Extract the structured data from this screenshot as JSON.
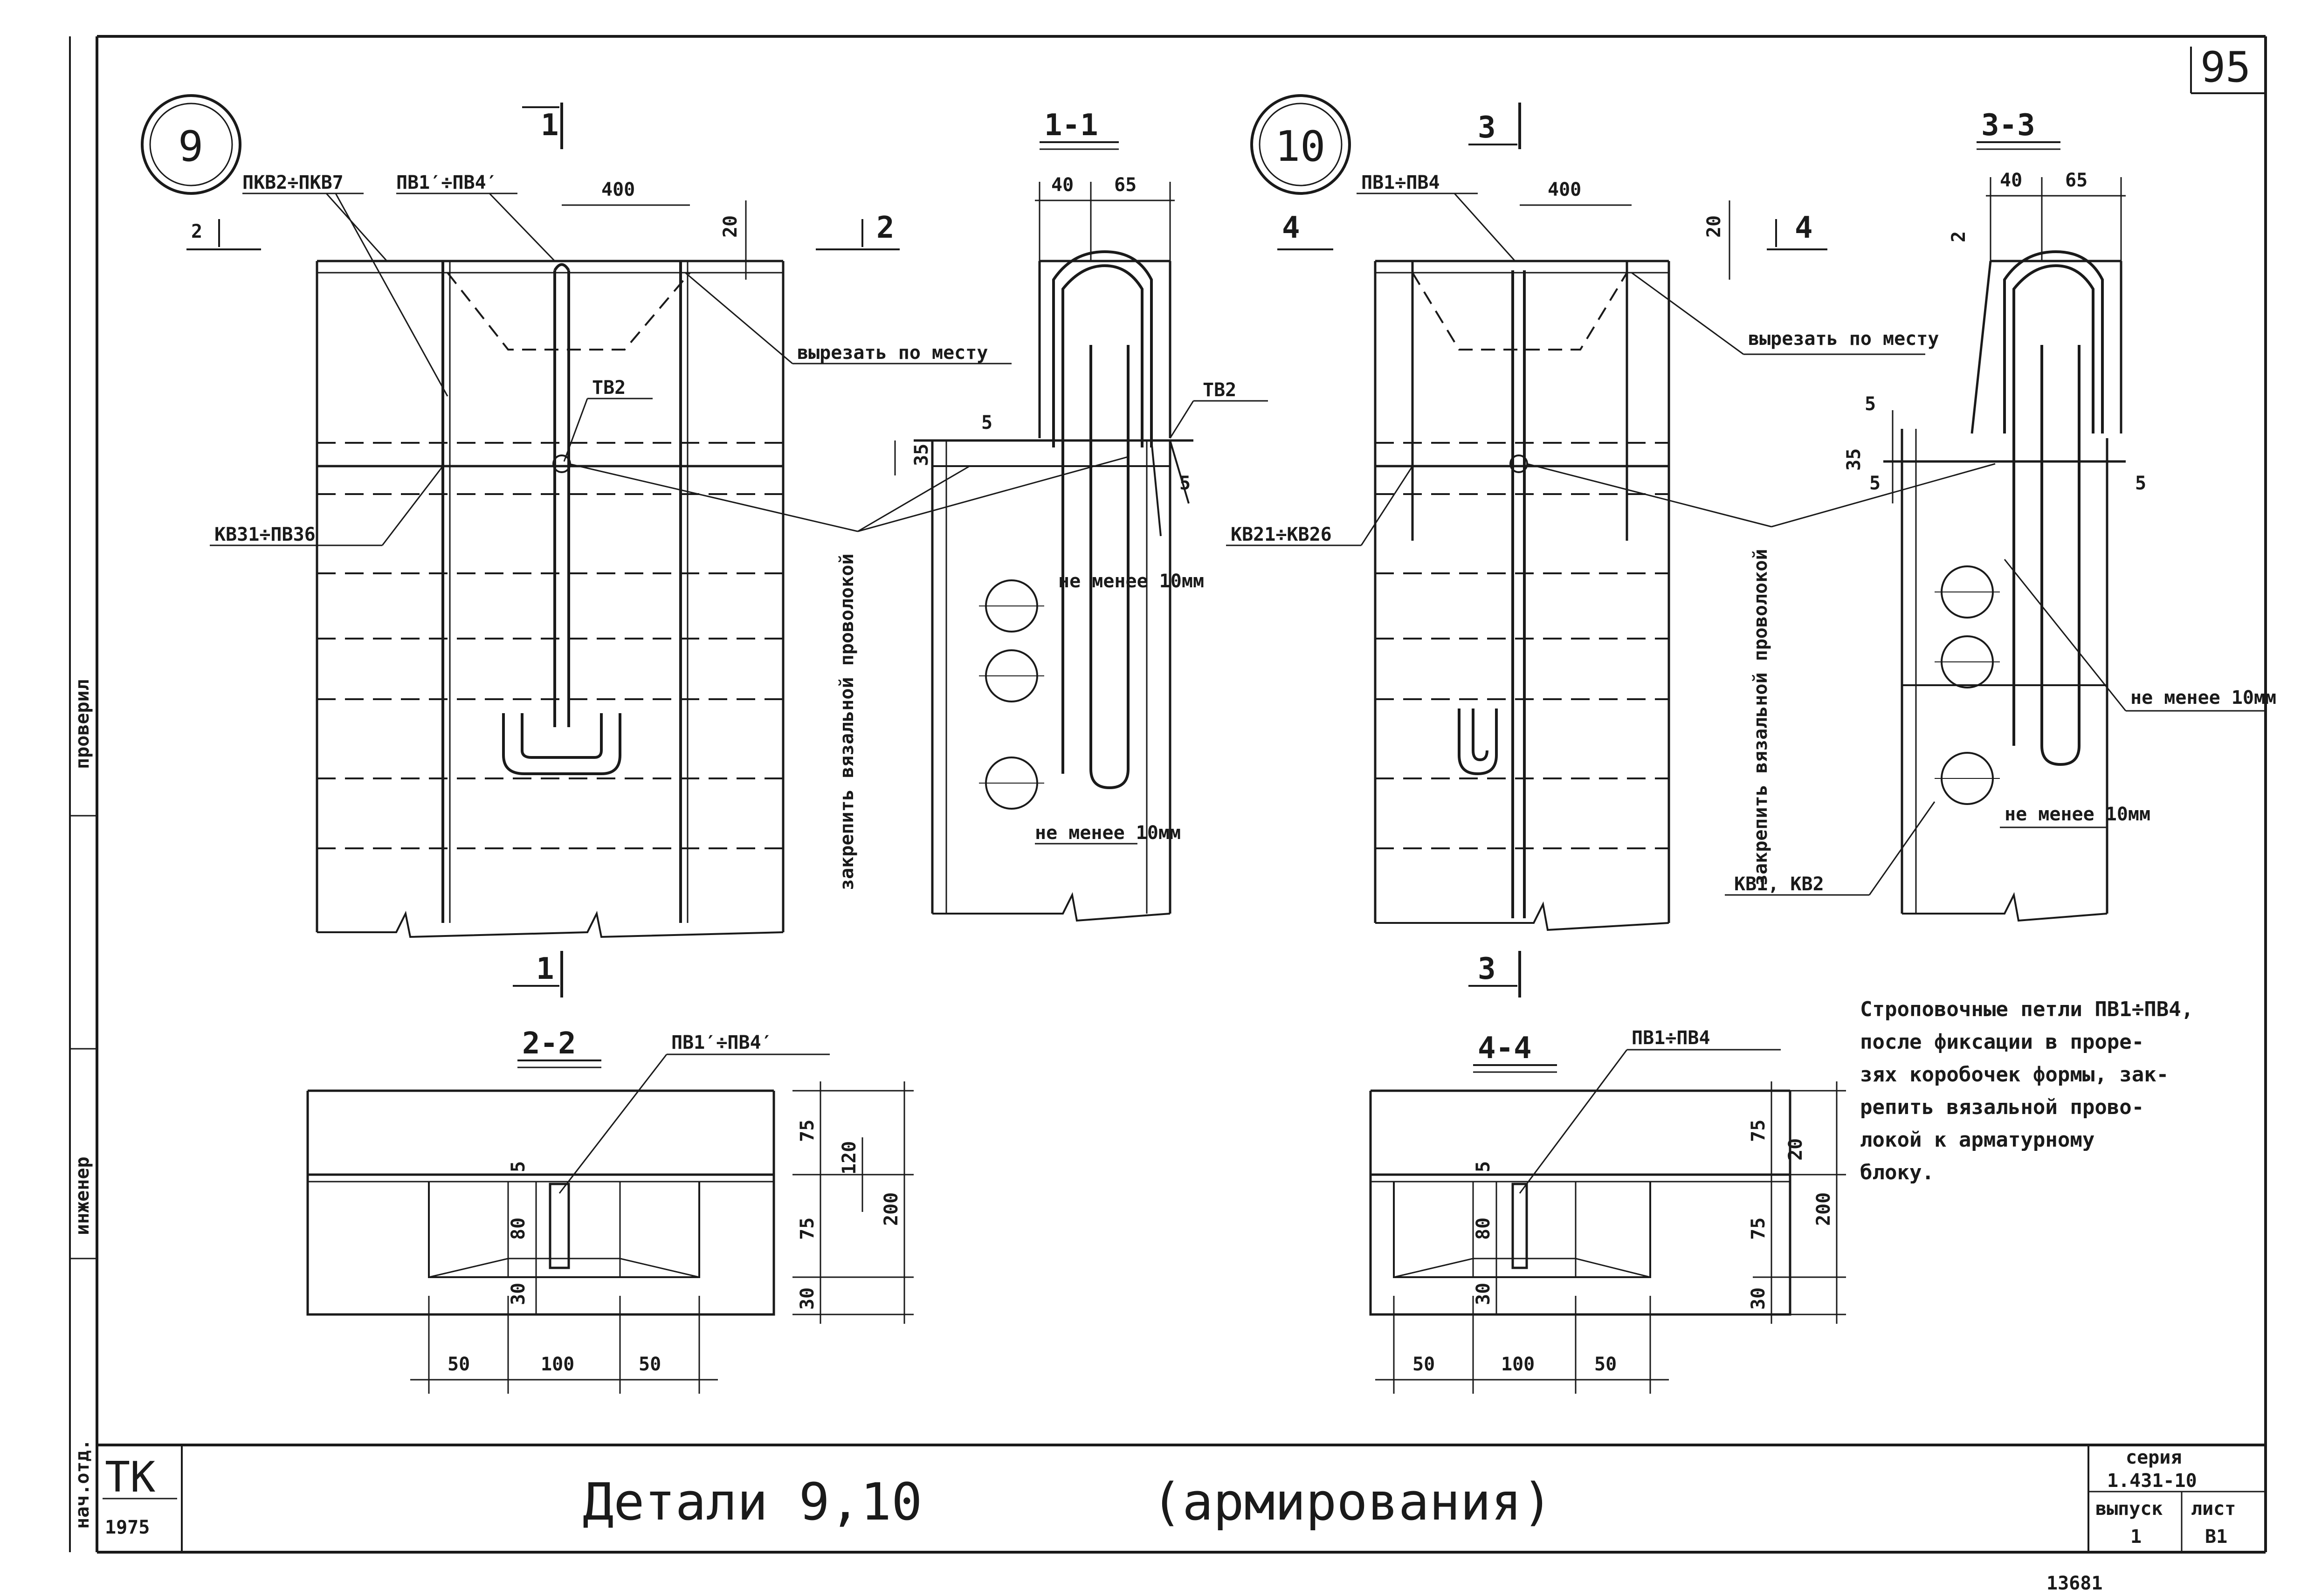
{
  "sheet_no": "95",
  "title": {
    "main": "Детали 9,10",
    "sub": "(армирования)"
  },
  "stamp": {
    "series_label": "серия",
    "series_value": "1.431-10",
    "issue_label": "выпуск",
    "issue_value": "1",
    "sheet_label": "лист",
    "sheet_value": "В1",
    "org": "ТК",
    "year": "1975",
    "footer_mark": "13681"
  },
  "side_text": {
    "roles": [
      "проверил",
      "инженер",
      "нач.отд."
    ]
  },
  "detail9": {
    "number": "9",
    "section_1_1": "1-1",
    "section_2_2": "2-2",
    "cut_top": "1",
    "cut_bottom": "1",
    "cut_left": "2",
    "cut_right": "2",
    "labels": {
      "pkv": "ПКВ2÷ПКВ7",
      "pv_prime": "ПВ1′÷ПВ4′",
      "cut_in_place": "вырезать по месту",
      "tv2": "ТВ2",
      "kv": "КВ31÷ПВ36",
      "tie_wire": "закрепить вязальной проволокой",
      "not_less": "не менее 10мм",
      "not_less_2": "не менее 10мм",
      "tv2_right": "ТВ2",
      "pv_2_2": "ПВ1′÷ПВ4′"
    },
    "dims_top": {
      "d400": "400",
      "d20": "20",
      "d40": "40",
      "d65": "65",
      "d35": "35",
      "d5a": "5",
      "d5b": "5"
    },
    "dims_bottom": {
      "d50a": "50",
      "d100": "100",
      "d50b": "50",
      "d75a": "75",
      "d120": "120",
      "d200": "200",
      "d75b": "75",
      "d30a": "30",
      "d30b": "30",
      "d80": "80",
      "d5": "5"
    }
  },
  "detail10": {
    "number": "10",
    "section_3_3": "3-3",
    "section_4_4": "4-4",
    "cut_top": "3",
    "cut_bottom": "3",
    "cut_left": "4",
    "cut_right": "4",
    "labels": {
      "pv": "ПВ1÷ПВ4",
      "cut_in_place": "вырезать по месту",
      "kv": "КВ21÷КВ26",
      "tie_wire": "закрепить вязальной проволокой",
      "not_less_a": "не менее 10мм",
      "not_less_b": "не менее 10мм",
      "kv_section": "КВ1, КВ2",
      "pv_4_4": "ПВ1÷ПВ4"
    },
    "dims_top": {
      "d400": "400",
      "d20": "20",
      "d40": "40",
      "d65": "65",
      "d2": "2",
      "d5a": "5",
      "d35": "35",
      "d5b": "5",
      "d5c": "5"
    },
    "dims_bottom": {
      "d50a": "50",
      "d100": "100",
      "d50b": "50",
      "d75a": "75",
      "d20": "20",
      "d200": "200",
      "d75b": "75",
      "d30a": "30",
      "d30b": "30",
      "d80": "80",
      "d5": "5"
    }
  },
  "note": [
    "Строповочные петли ПВ1÷ПВ4,",
    "после фиксации в проре-",
    "зях коробочек формы, зак-",
    "репить вязальной прово-",
    "локой к арматурному",
    "блоку."
  ]
}
